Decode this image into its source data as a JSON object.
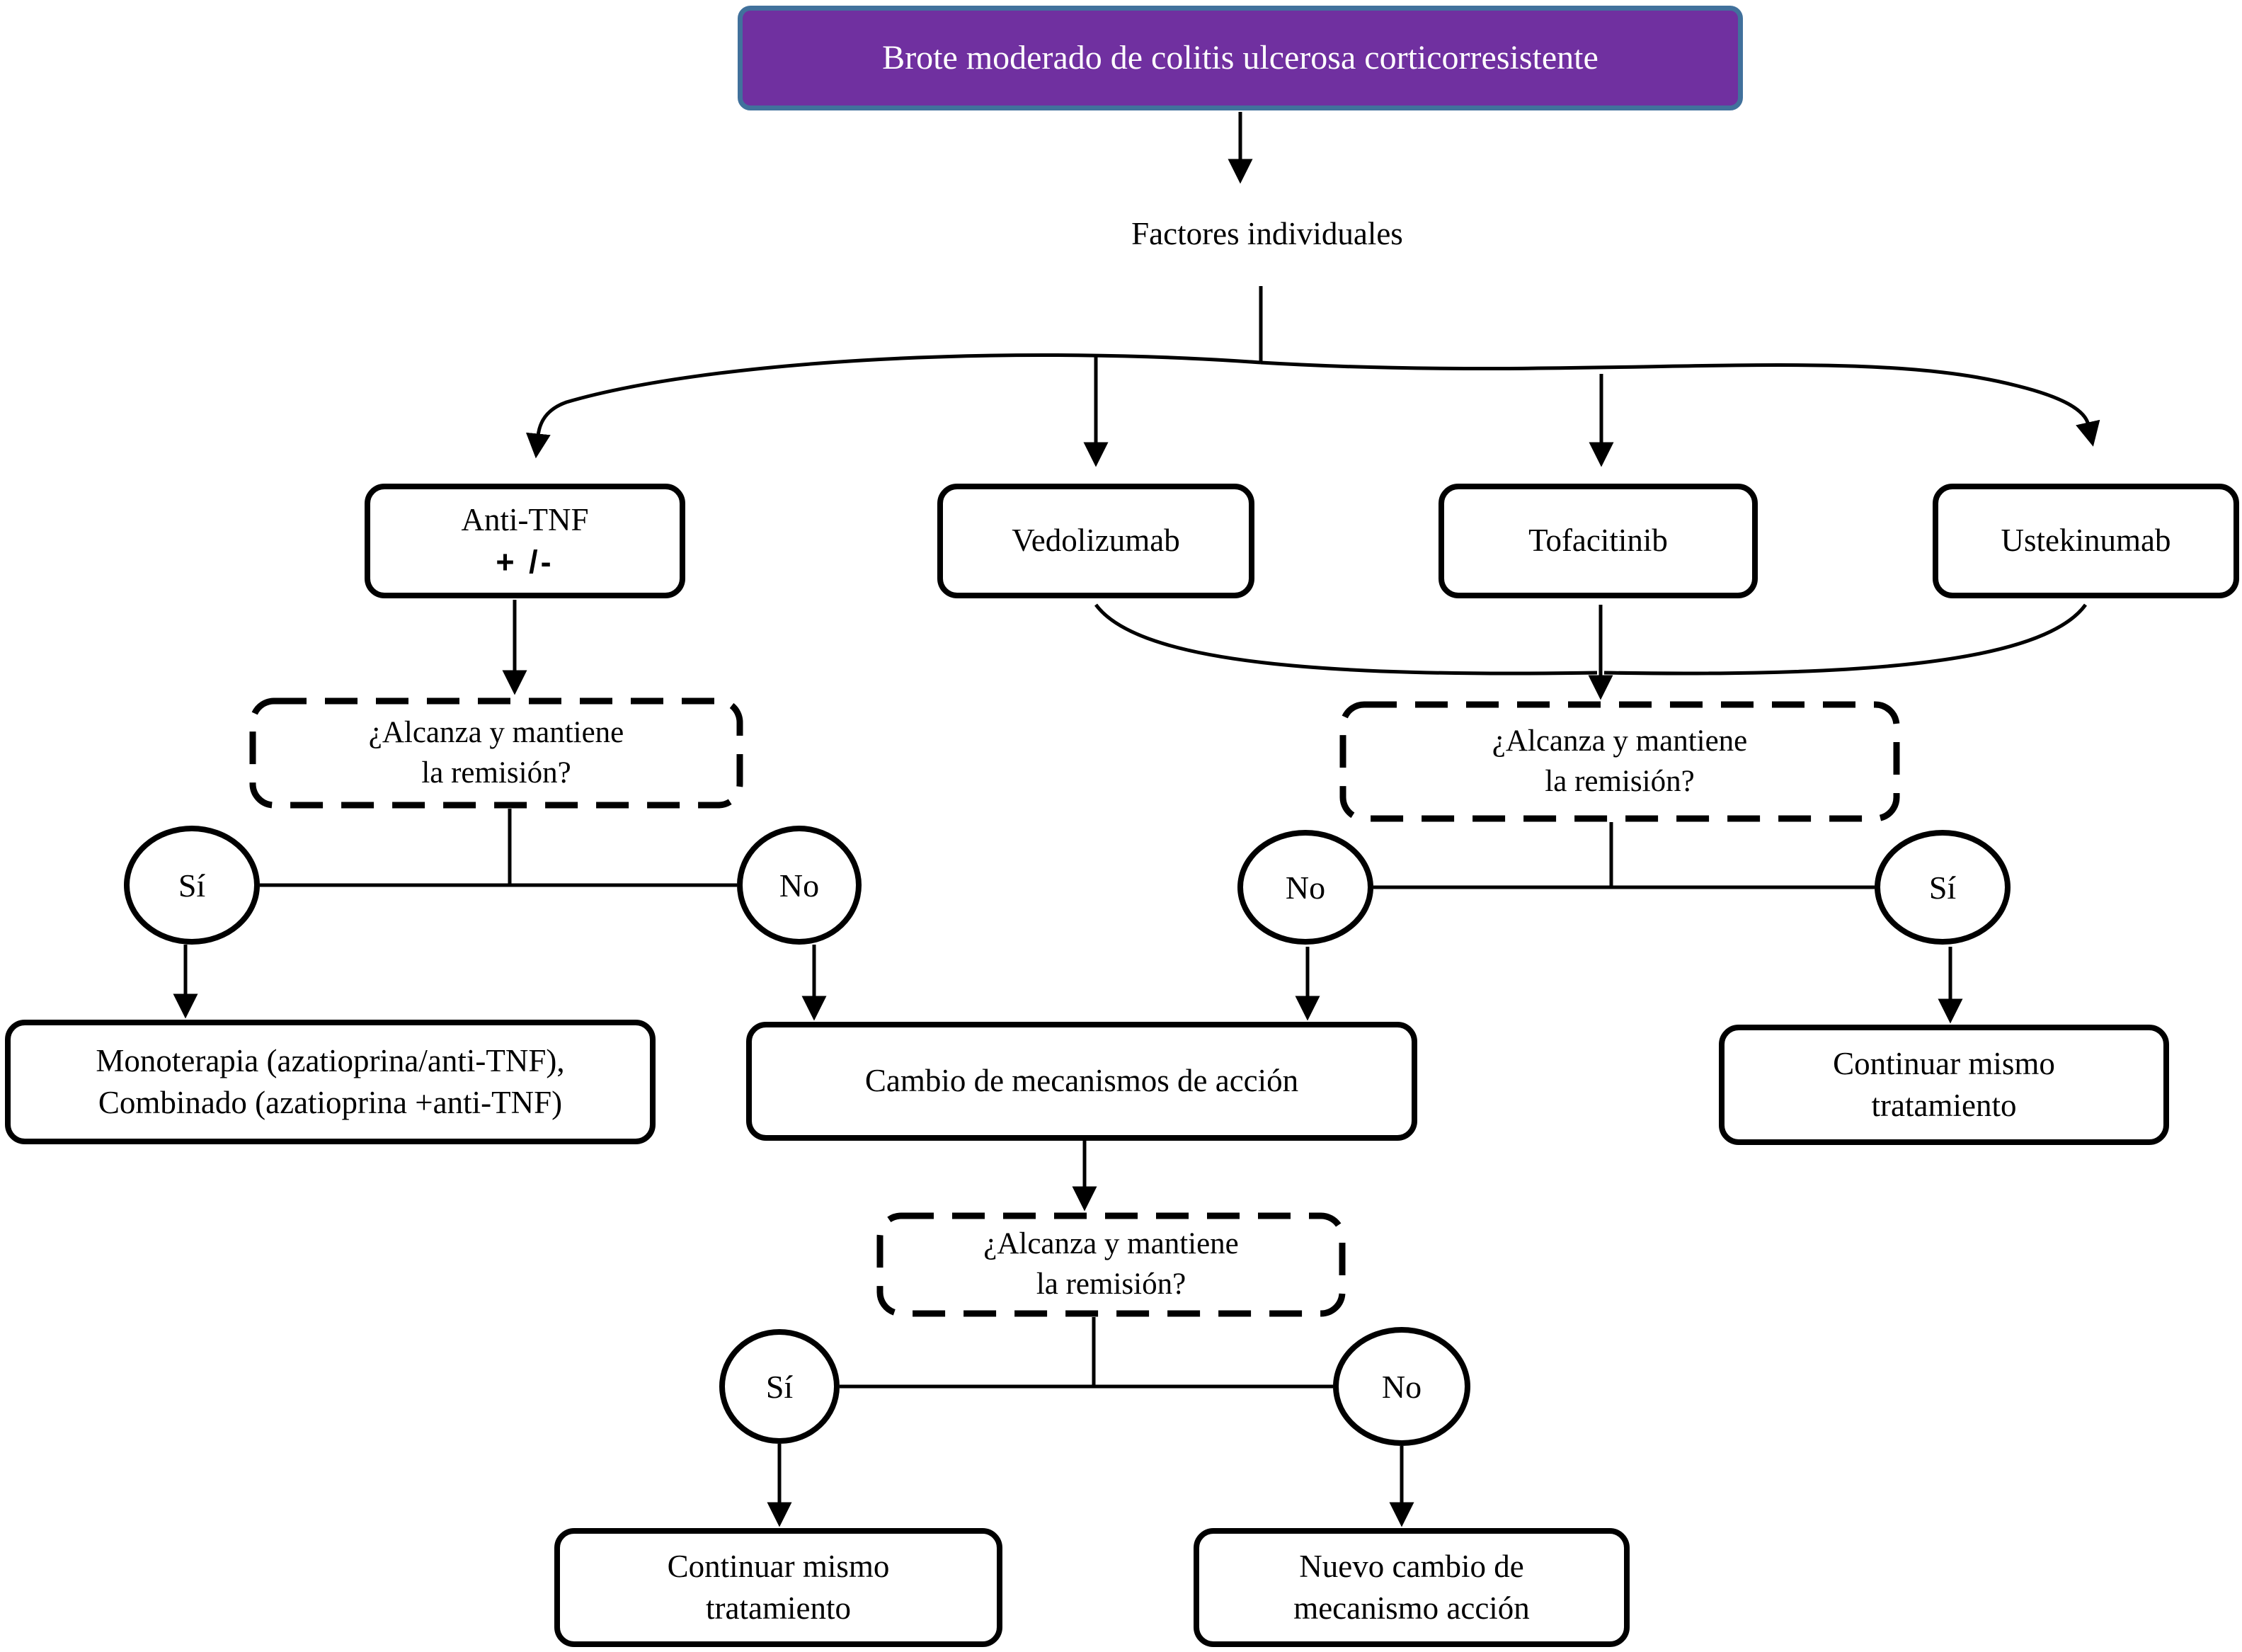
{
  "title": {
    "text": "Brote moderado de colitis ulcerosa corticorresistente"
  },
  "colors": {
    "title_bg": "#7030A0",
    "title_border": "#41719C",
    "title_text": "#FFFFFF",
    "line": "#000000"
  },
  "nodes": {
    "factores": {
      "lines": [
        "Factores individuales"
      ]
    },
    "anti_tnf": {
      "lines": [
        "Anti-TNF",
        "+ /-"
      ]
    },
    "vedolizumab": {
      "lines": [
        "Vedolizumab"
      ]
    },
    "tofacitinib": {
      "lines": [
        "Tofacitinib"
      ]
    },
    "ustekinumab": {
      "lines": [
        "Ustekinumab"
      ]
    },
    "decision_left": {
      "lines": [
        "¿Alcanza y mantiene",
        "la remisión?"
      ]
    },
    "decision_right": {
      "lines": [
        "¿Alcanza y mantiene",
        "la remisión?"
      ]
    },
    "decision_bottom": {
      "lines": [
        "¿Alcanza y mantiene",
        "la remisión?"
      ]
    },
    "monoterapia": {
      "lines": [
        "Monoterapia (azatioprina/anti-TNF),",
        "Combinado (azatioprina +anti-TNF)"
      ]
    },
    "cambio": {
      "lines": [
        "Cambio de mecanismos de acción"
      ]
    },
    "continuar_right": {
      "lines": [
        "Continuar mismo",
        "tratamiento"
      ]
    },
    "continuar_bottom": {
      "lines": [
        "Continuar mismo",
        "tratamiento"
      ]
    },
    "nuevo_cambio": {
      "lines": [
        "Nuevo cambio de",
        "mecanismo acción"
      ]
    }
  },
  "decision_labels": {
    "d1_yes": "Sí",
    "d1_no": "No",
    "d2_no": "No",
    "d2_yes": "Sí",
    "d3_yes": "Sí",
    "d3_no": "No"
  }
}
